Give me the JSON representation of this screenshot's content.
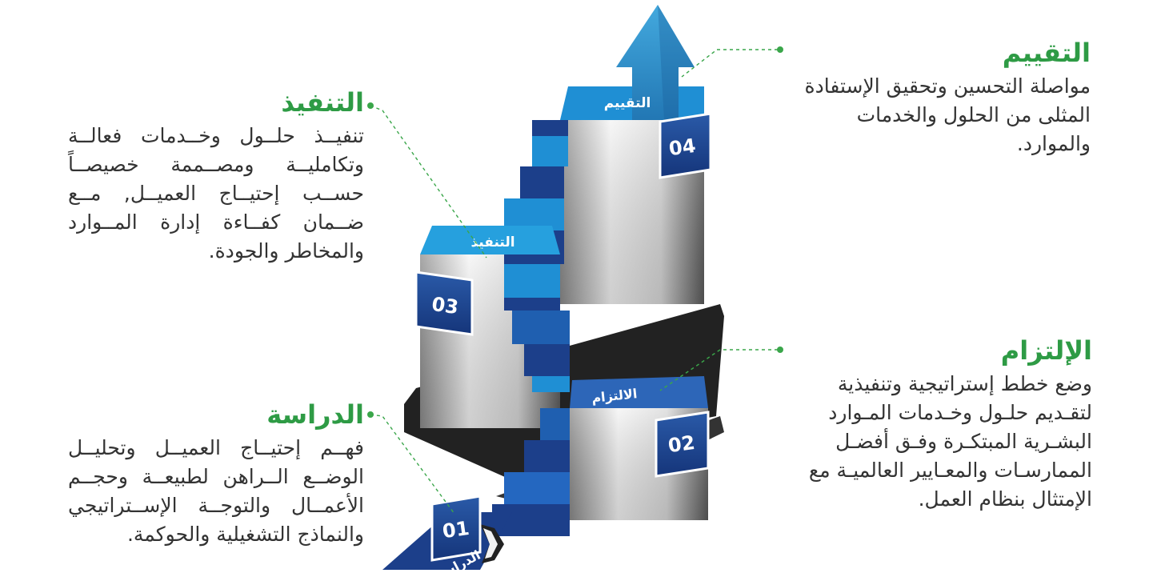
{
  "colors": {
    "heading": "#2e9b45",
    "text": "#333333",
    "leader": "#3aa64a",
    "step_dark": "#1c3f8a",
    "step_light": "#1f8fd4",
    "arrow": "#2f9fd6"
  },
  "panels": {
    "study": {
      "title": "الدراسة",
      "body": "فهــم إحتيــاج العميــل وتحليــل الوضــع الــراهن لطبيعــة وحجــم الأعمــال والتوجــة الإســتراتيجي والنماذج التشغيلية والحوكمة."
    },
    "implementation": {
      "title": "التنفيذ",
      "body": "تنفيــذ حلــول وخــدمات فعالــة وتكامليــة ومصــممة خصيصــاً حســب إحتيــاج العميــل, مــع ضــمان كفــاءة إدارة المــوارد والمخاطر والجودة."
    },
    "commitment": {
      "title": "الإلتزام",
      "body": "وضع خطط إستراتيجية وتنفيذية لتقـديم حلـول وخـدمات المـوارد البشـرية المبتكـرة وفـق أفضـل الممارسـات والمعـايير العالميـة مع الإمتثال بنظام العمل."
    },
    "evaluation": {
      "title": "التقييم",
      "body": "مواصلة التحسين وتحقيق الإستفادة المثلى من الحلول والخدمات والموارد."
    }
  },
  "steps": [
    {
      "number": "01",
      "label": "الدراسة"
    },
    {
      "number": "02",
      "label": "الالتزام"
    },
    {
      "number": "03",
      "label": "التنفيذ"
    },
    {
      "number": "04",
      "label": "التقييم"
    }
  ]
}
